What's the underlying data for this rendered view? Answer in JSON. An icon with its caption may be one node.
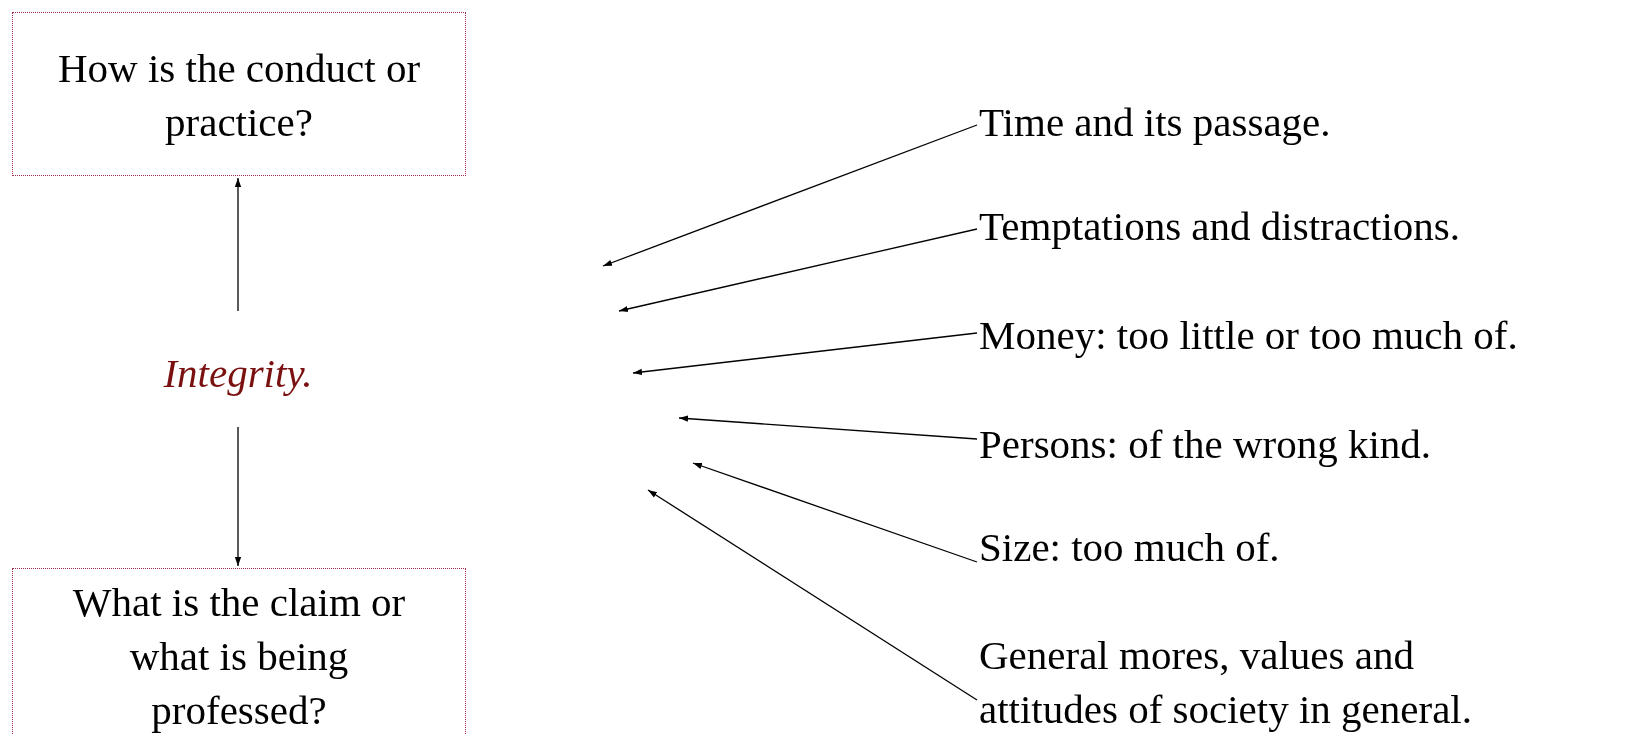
{
  "diagram": {
    "nodes": [
      {
        "text": [
          "How is the conduct or practice?"
        ]
      },
      {
        "text": [
          "Integrity."
        ]
      },
      {
        "text": [
          "What is the claim or what is being professed?"
        ]
      },
      {
        "text": [
          "Time and its passage."
        ]
      },
      {
        "text": [
          "Temptations and distractions."
        ]
      },
      {
        "text": [
          "Money: too little or too much of."
        ]
      },
      {
        "text": [
          "Persons: of the wrong kind."
        ]
      },
      {
        "text": [
          "Size: too much of."
        ]
      },
      {
        "text": [
          "General mores, values and attitudes of society in general."
        ]
      }
    ],
    "edges": [
      {
        "from": 1,
        "to": 0,
        "arrow": "to"
      },
      {
        "from": 1,
        "to": 2,
        "arrow": "to"
      },
      {
        "from": 3,
        "to": null,
        "arrow": "to"
      },
      {
        "from": 4,
        "to": null,
        "arrow": "to"
      },
      {
        "from": 5,
        "to": null,
        "arrow": "to"
      },
      {
        "from": 6,
        "to": null,
        "arrow": "to"
      },
      {
        "from": 7,
        "to": null,
        "arrow": "to"
      },
      {
        "from": 8,
        "to": null,
        "arrow": "to"
      }
    ]
  }
}
